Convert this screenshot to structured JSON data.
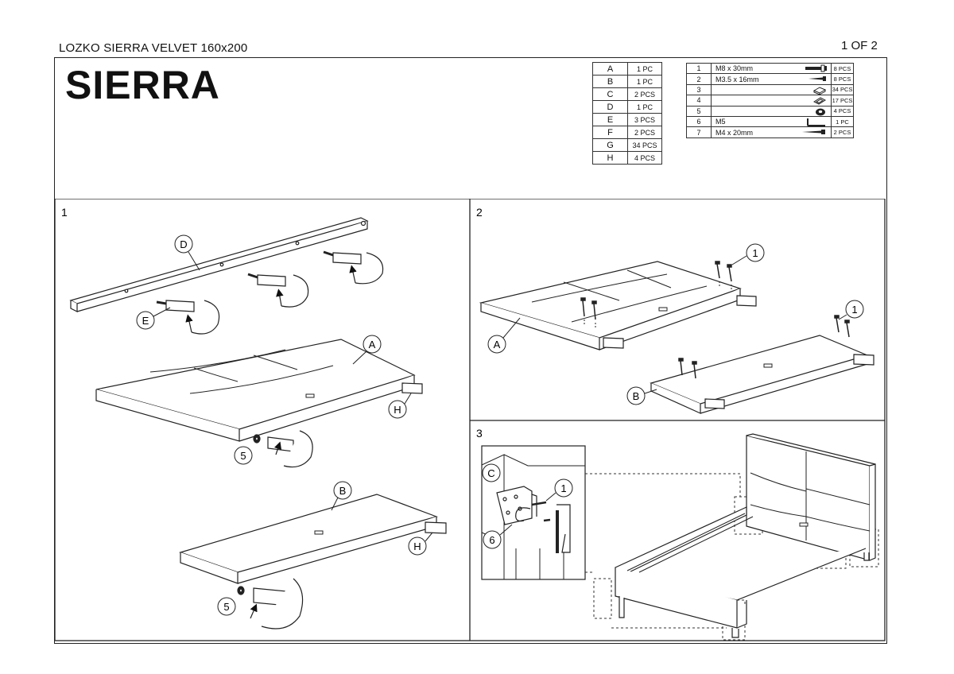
{
  "header": {
    "doc_code": "LOZKO SIERRA VELVET 160x200",
    "page": "1 OF 2",
    "title": "SIERRA"
  },
  "parts": [
    {
      "letter": "A",
      "qty": "1 PC"
    },
    {
      "letter": "B",
      "qty": "1 PC"
    },
    {
      "letter": "C",
      "qty": "2 PCS"
    },
    {
      "letter": "D",
      "qty": "1 PC"
    },
    {
      "letter": "E",
      "qty": "3 PCS"
    },
    {
      "letter": "F",
      "qty": "2 PCS"
    },
    {
      "letter": "G",
      "qty": "34 PCS"
    },
    {
      "letter": "H",
      "qty": "4 PCS"
    }
  ],
  "hardware": [
    {
      "num": "1",
      "spec": "M8 x 30mm",
      "qty": "8 PCS",
      "icon": "bolt-icon"
    },
    {
      "num": "2",
      "spec": "M3.5 x 16mm",
      "qty": "8 PCS",
      "icon": "screw-icon"
    },
    {
      "num": "3",
      "spec": "",
      "qty": "34 PCS",
      "icon": "button-block-icon"
    },
    {
      "num": "4",
      "spec": "",
      "qty": "17 PCS",
      "icon": "panel-clip-icon"
    },
    {
      "num": "5",
      "spec": "",
      "qty": "4 PCS",
      "icon": "washer-icon"
    },
    {
      "num": "6",
      "spec": "M5",
      "qty": "1 PC",
      "icon": "allen-key-icon"
    },
    {
      "num": "7",
      "spec": "M4 x 20mm",
      "qty": "2 PCS",
      "icon": "long-screw-icon"
    }
  ],
  "steps": {
    "step1": {
      "label": "1",
      "callouts": {
        "D": "D",
        "E": "E",
        "A": "A",
        "H1": "H",
        "five1": "5",
        "B": "B",
        "H2": "H",
        "five2": "5"
      }
    },
    "step2": {
      "label": "2",
      "callouts": {
        "one1": "1",
        "A": "A",
        "one2": "1",
        "B": "B"
      }
    },
    "step3": {
      "label": "3",
      "callouts": {
        "C": "C",
        "one": "1",
        "six": "6"
      }
    }
  }
}
